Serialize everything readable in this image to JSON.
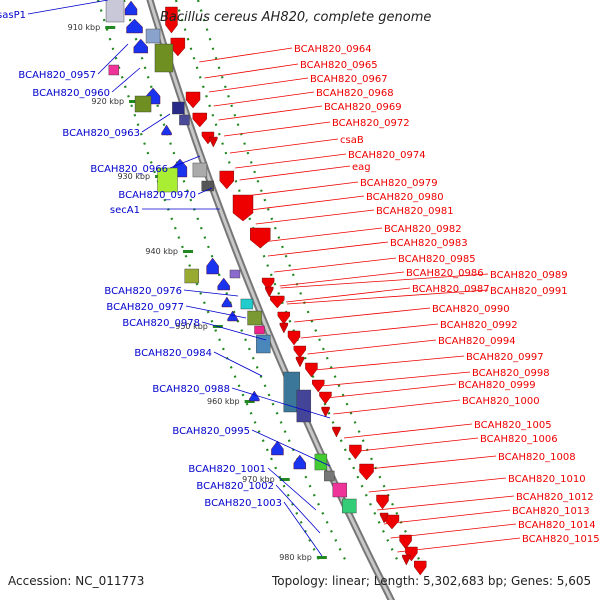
{
  "title": "Bacillus cereus AH820, complete genome",
  "footer": {
    "accession": "Accession: NC_011773",
    "topology": "Topology: linear; Length: 5,302,683 bp; Genes: 5,605"
  },
  "colors": {
    "backbone": "#999999",
    "forward_label": "#ee0000",
    "reverse_label": "#0000cc",
    "tick": "#228822"
  },
  "scale_labels": [
    "910 kbp",
    "920 kbp",
    "930 kbp",
    "940 kbp",
    "950 kbp",
    "960 kbp",
    "970 kbp",
    "980 kbp"
  ],
  "left_genes": [
    "sasP1",
    "BCAH820_0957",
    "BCAH820_0960",
    "BCAH820_0963",
    "BCAH820_0966",
    "BCAH820_0970",
    "secA1",
    "BCAH820_0976",
    "BCAH820_0977",
    "BCAH820_0978",
    "BCAH820_0984",
    "BCAH820_0988",
    "BCAH820_0995",
    "BCAH820_1001",
    "BCAH820_1002",
    "BCAH820_1003"
  ],
  "right_genes": [
    "BCAH820_0964",
    "BCAH820_0965",
    "BCAH820_0967",
    "BCAH820_0968",
    "BCAH820_0969",
    "BCAH820_0972",
    "csaB",
    "BCAH820_0974",
    "eag",
    "BCAH820_0979",
    "BCAH820_0980",
    "BCAH820_0981",
    "BCAH820_0982",
    "BCAH820_0983",
    "BCAH820_0985",
    "BCAH820_0986",
    "BCAH820_0989",
    "BCAH820_0987",
    "BCAH820_0991",
    "BCAH820_0990",
    "BCAH820_0992",
    "BCAH820_0994",
    "BCAH820_0997",
    "BCAH820_0998",
    "BCAH820_0999",
    "BCAH820_1000",
    "BCAH820_1005",
    "BCAH820_1006",
    "BCAH820_1008",
    "BCAH820_1010",
    "BCAH820_1012",
    "BCAH820_1013",
    "BCAH820_1014",
    "BCAH820_1015"
  ]
}
